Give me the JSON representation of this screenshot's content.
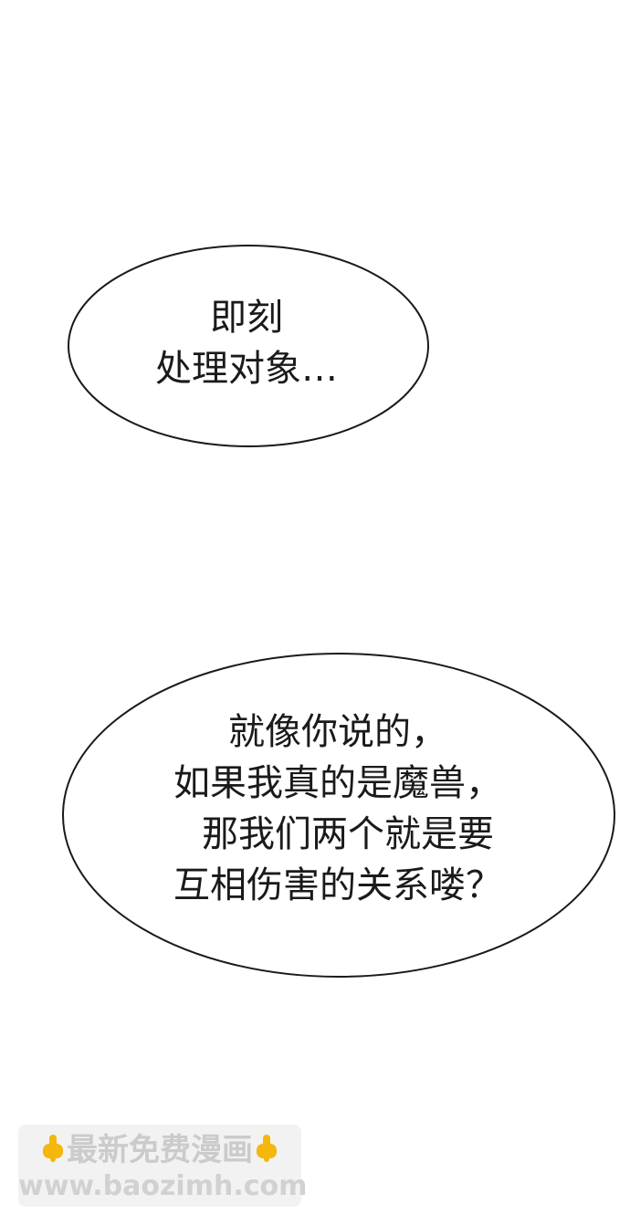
{
  "bubbles": [
    {
      "lines": [
        "即刻",
        "处理对象…"
      ]
    },
    {
      "lines": [
        "就像你说的，",
        "如果我真的是魔兽，",
        "那我们两个就是要",
        "互相伤害的关系喽？"
      ]
    }
  ],
  "watermark": {
    "title": "最新免费漫画",
    "url": "www.baozimh.com",
    "emoji_icon": "pointing-down-hand"
  },
  "colors": {
    "background": "#ffffff",
    "bubble_stroke": "#1a1a1a",
    "watermark_text": "#c9c9c9"
  }
}
